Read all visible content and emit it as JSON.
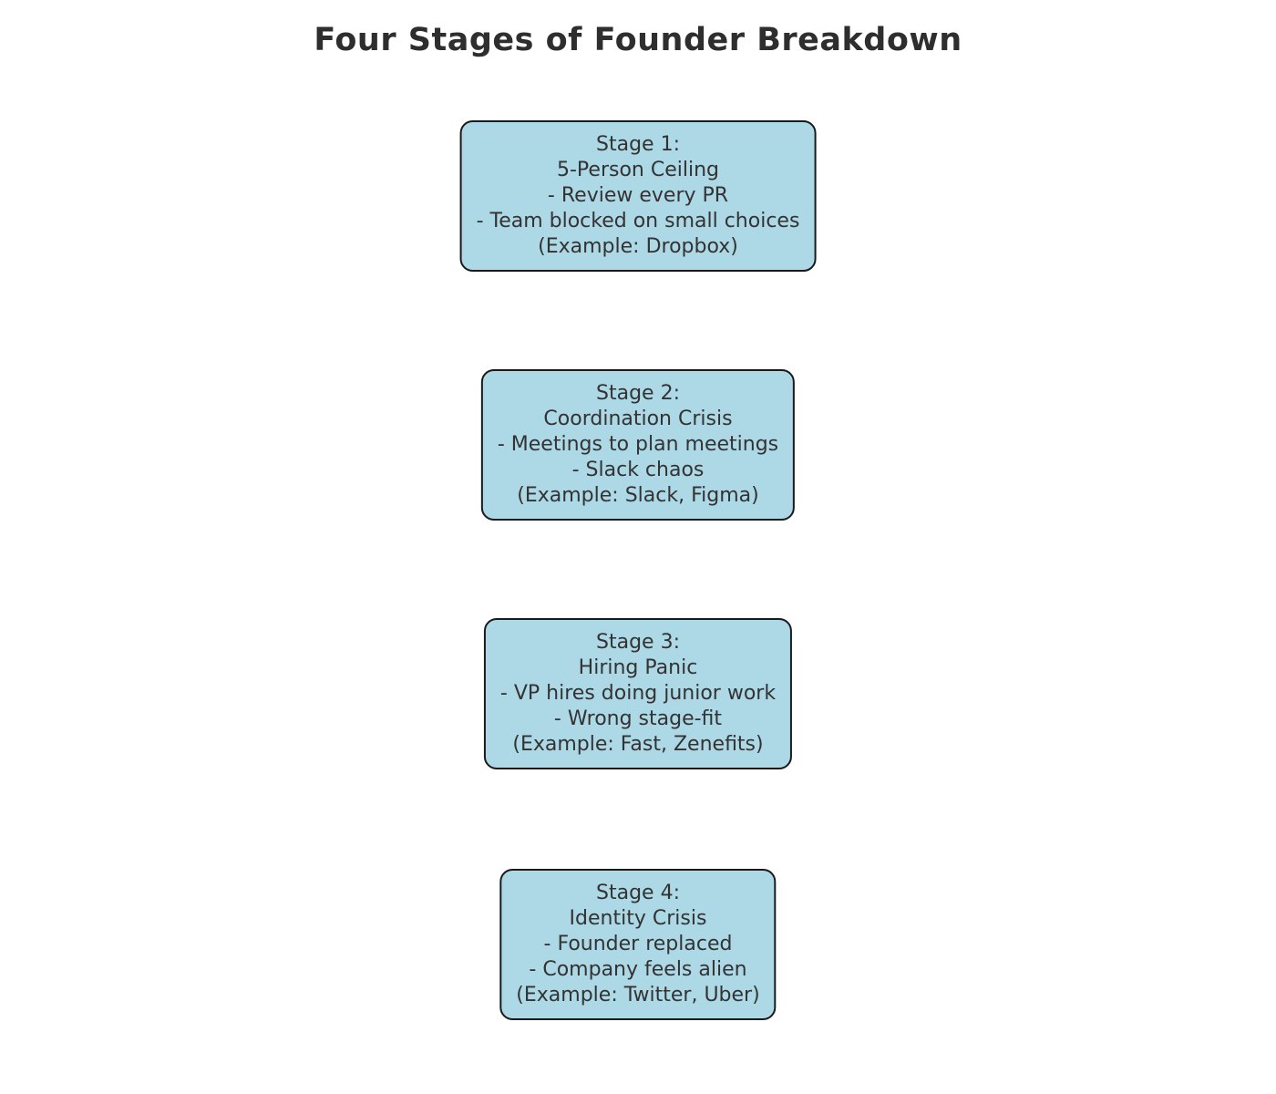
{
  "title": "Four Stages of Founder Breakdown",
  "colors": {
    "background": "#ffffff",
    "box_fill": "#ADD8E6",
    "box_border": "#1a1a1a",
    "text": "#333333",
    "title_text": "#2e2e2e"
  },
  "stages": [
    {
      "lines": [
        "Stage 1:",
        "5-Person Ceiling",
        "- Review every PR",
        "- Team blocked on small choices",
        "(Example: Dropbox)"
      ]
    },
    {
      "lines": [
        "Stage 2:",
        "Coordination Crisis",
        "- Meetings to plan meetings",
        "- Slack chaos",
        "(Example: Slack, Figma)"
      ]
    },
    {
      "lines": [
        "Stage 3:",
        "Hiring Panic",
        "- VP hires doing junior work",
        "- Wrong stage-fit",
        "(Example: Fast, Zenefits)"
      ]
    },
    {
      "lines": [
        "Stage 4:",
        "Identity Crisis",
        "- Founder replaced",
        "- Company feels alien",
        "(Example: Twitter, Uber)"
      ]
    }
  ]
}
